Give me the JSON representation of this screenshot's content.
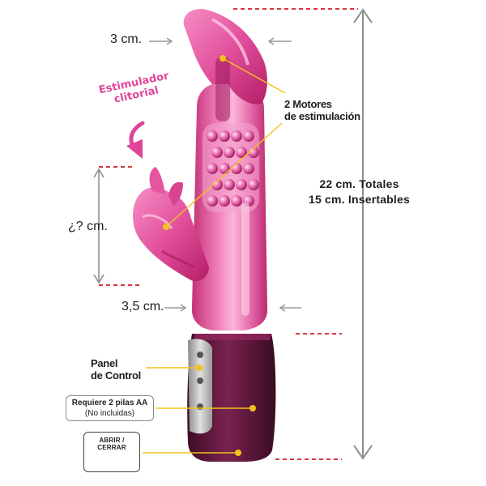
{
  "labels": {
    "tip_width": "3 cm.",
    "stimulator": "Estimulador clitorial",
    "stimulator_length": "¿? cm.",
    "shaft_width": "3,5 cm.",
    "motors_line1": "2 Motores",
    "motors_line2": "de estimulación",
    "total_line1": "22 cm. Totales",
    "total_line2": "15 cm. Insertables",
    "panel_line1": "Panel",
    "panel_line2": "de Control",
    "batteries_line1": "Requiere 2 pilas AA",
    "batteries_line2": "(No incluidas)",
    "open_close": "ABRIR / CERRAR"
  },
  "colors": {
    "accent_pink": "#e0459a",
    "toy_pink": "#d83d8f",
    "handle_purple": "#5a1538",
    "guide_red": "#d9363e",
    "callout_yellow": "#f2c21b",
    "arrow_gray": "#9a9a9a"
  },
  "icons": {
    "down_arrow": "curved-down-arrow-icon",
    "rotate": "rotate-arrows-icon"
  }
}
